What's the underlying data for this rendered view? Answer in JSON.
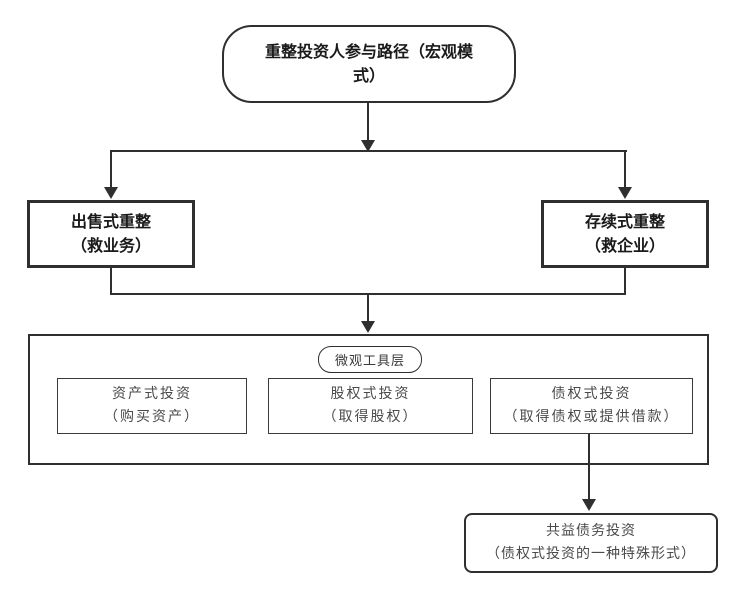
{
  "root": {
    "title": "重整投资人参与路径（宏观模式）"
  },
  "branches": {
    "sale": {
      "line1": "出售式重整",
      "line2": "（救业务）"
    },
    "survival": {
      "line1": "存续式重整",
      "line2": "（救企业）"
    }
  },
  "toolbox": {
    "label": "微观工具层",
    "tools": [
      {
        "line1": "资产式投资",
        "line2": "（购买资产）"
      },
      {
        "line1": "股权式投资",
        "line2": "（取得股权）"
      },
      {
        "line1": "债权式投资",
        "line2": "（取得债权或提供借款）"
      }
    ]
  },
  "special": {
    "line1": "共益债务投资",
    "line2": "（债权式投资的一种特殊形式）"
  },
  "colors": {
    "line": "#2f2f2f",
    "bold_text": "#1a1a1a",
    "light_text": "#4a4a4a",
    "background": "#ffffff"
  }
}
